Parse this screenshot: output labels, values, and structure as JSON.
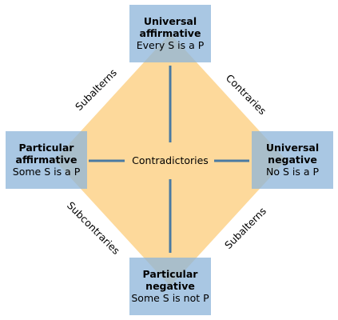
{
  "colors": {
    "diamond_fill": "#fdd99b",
    "box_fill": "#8cb4da",
    "connector": "#4a7aa2"
  },
  "boxes": {
    "universal_affirmative": {
      "title": "Universal affirmative",
      "subtitle": "Every S is a P"
    },
    "particular_affirmative": {
      "title": "Particular affirmative",
      "subtitle": "Some S is a P"
    },
    "universal_negative": {
      "title": "Universal negative",
      "subtitle": "No S is a P"
    },
    "particular_negative": {
      "title": "Particular negative",
      "subtitle": "Some S is not P"
    }
  },
  "relations": {
    "center": "Contradictories",
    "top_left": "Subalterns",
    "top_right": "Contraries",
    "bottom_left": "Subcontraries",
    "bottom_right": "Subalterns"
  }
}
